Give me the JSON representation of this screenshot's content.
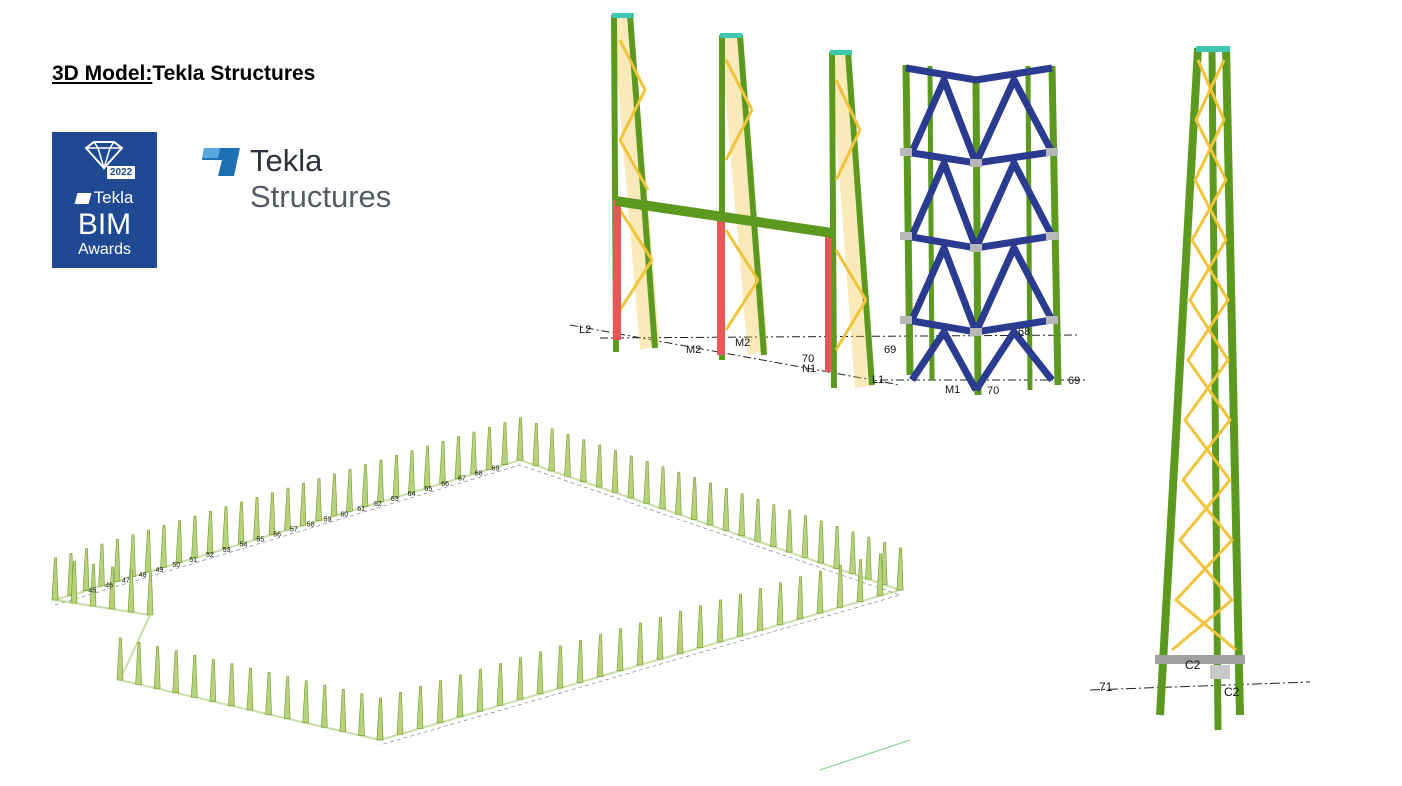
{
  "title": {
    "underlined": "3D Model:",
    "rest": "Tekla Structures"
  },
  "award": {
    "year": "2022",
    "brand": "Tekla",
    "big": "BIM",
    "sub": "Awards"
  },
  "logo": {
    "word1": "Tekla",
    "word2": "Structures"
  },
  "colors": {
    "steel_green": "#5b9a1e",
    "brace_yellow": "#f2c43a",
    "beam_blue": "#2b3b8f",
    "accent_red": "#e45858",
    "award_blue": "#1f4a93"
  },
  "grid_labels_top": {
    "l2": "L2",
    "m2a": "M2",
    "m2b": "M2",
    "n70": "70",
    "n1": "N1",
    "n69a": "69",
    "l1": "L1",
    "m1": "M1",
    "n70b": "70",
    "n69b": "69",
    "n68": "68"
  },
  "grid_labels_right": {
    "n71": "71",
    "c2a": "C2",
    "c2b": "C2"
  },
  "plan_labels": [
    "69",
    "68",
    "67",
    "66",
    "65",
    "64",
    "63",
    "62",
    "61",
    "60",
    "59",
    "58",
    "57",
    "56",
    "55",
    "54",
    "53",
    "52",
    "51",
    "50",
    "49",
    "48",
    "47",
    "46",
    "45"
  ]
}
